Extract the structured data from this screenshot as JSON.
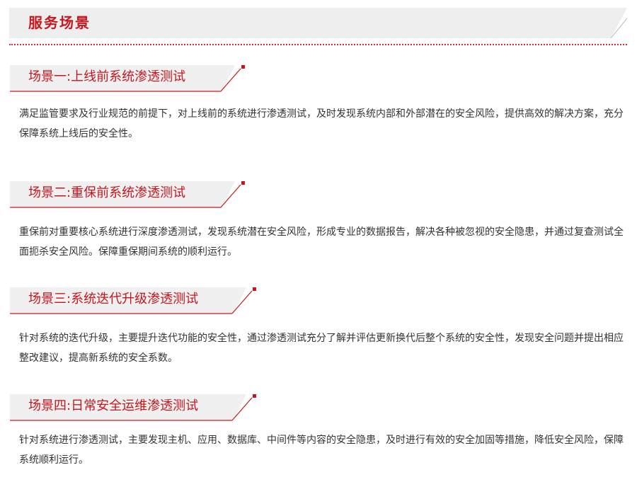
{
  "section": {
    "title": "服务场景"
  },
  "scenarios": [
    {
      "label": "场景一:上线前系统渗透测试",
      "description": "满足监管要求及行业规范的前提下，对上线前的系统进行渗透测试，及时发现系统内部和外部潜在的安全风险，提供高效的解决方案，充分保障系统上线后的安全性。"
    },
    {
      "label": "场景二:重保前系统渗透测试",
      "description": "重保前对重要核心系统进行深度渗透测试，发现系统潜在安全风险，形成专业的数据报告，解决各种被忽视的安全隐患，并通过复查测试全面扼杀安全风险。保障重保期间系统的顺利运行。"
    },
    {
      "label": "场景三:系统迭代升级渗透测试",
      "description": "针对系统的迭代升级，主要提升迭代功能的安全性，通过渗透测试充分了解并评估更新换代后整个系统的安全性，发现安全问题并提出相应整改建议，提高新系统的安全系数。"
    },
    {
      "label": "场景四:日常安全运维渗透测试",
      "description": "针对系统进行渗透测试，主要发现主机、应用、数据库、中间件等内容的安全隐患，及时进行有效的安全加固等措施，降低安全风险，保障系统顺利运行。"
    }
  ],
  "colors": {
    "accent": "#c8161e",
    "header_bg": "#eeeeee",
    "label_bg": "#f0f0f0",
    "text": "#333333"
  }
}
